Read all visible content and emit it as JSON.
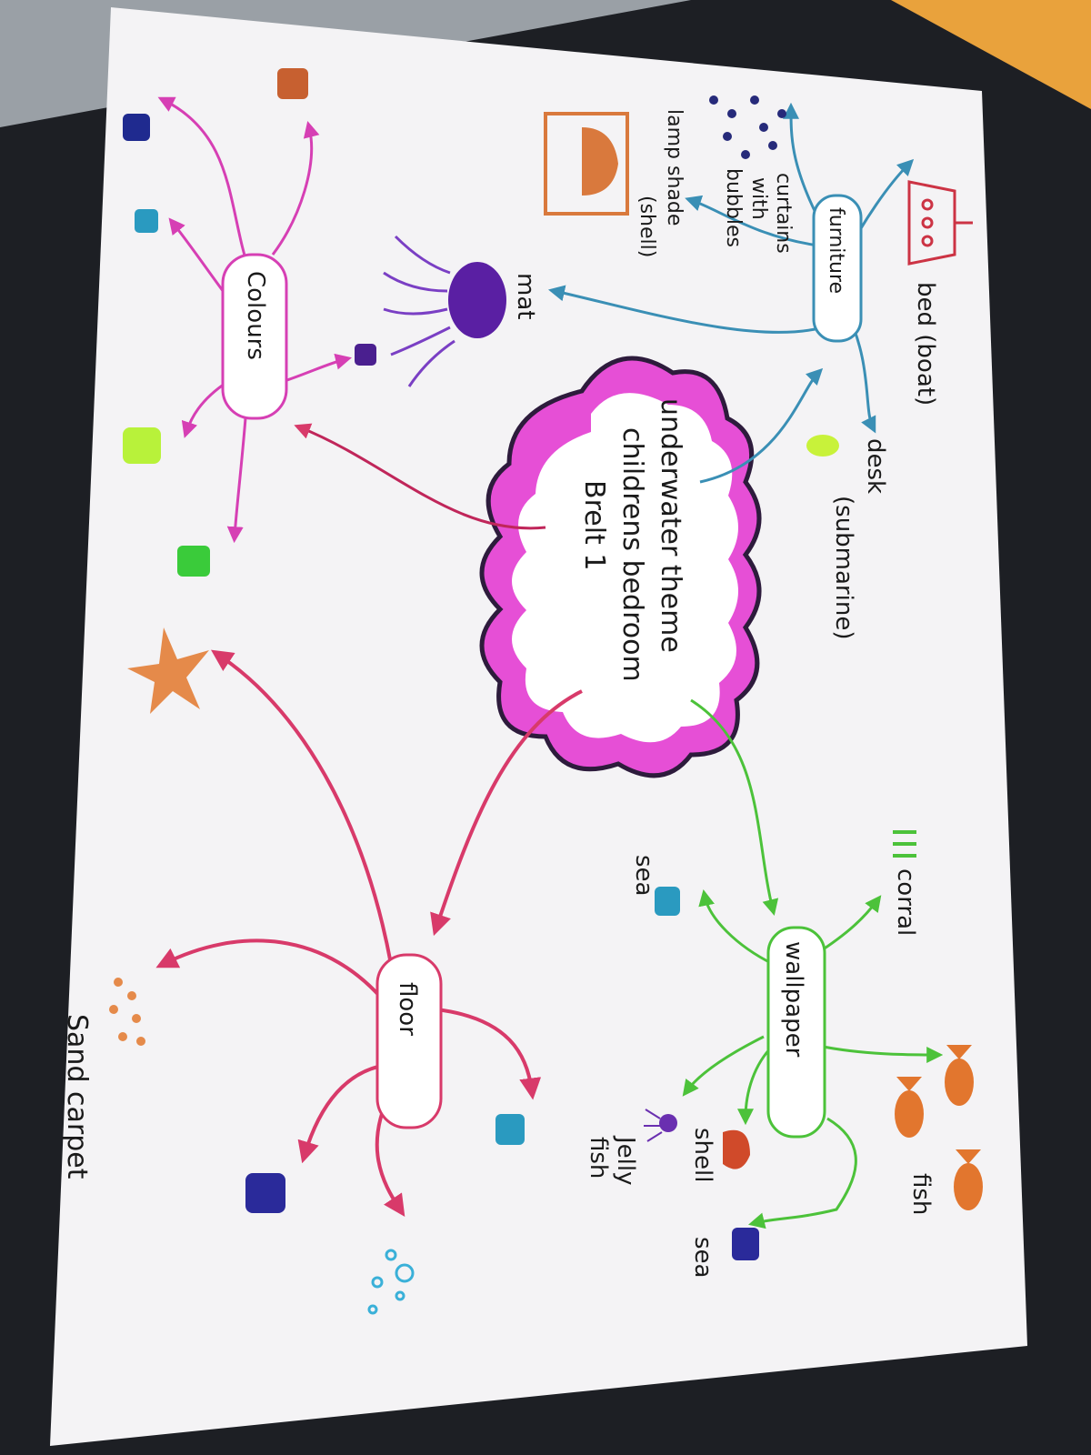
{
  "mind_map": {
    "center": {
      "line1": "underwater theme",
      "line2": "childrens bedroom",
      "line3": "Brelt 1"
    },
    "branches": {
      "furniture": {
        "label": "furniture",
        "items": {
          "bed": "bed (boat)",
          "desk_line1": "desk",
          "desk_line2": "(submarine)",
          "curtains_line1": "curtains",
          "curtains_line2": "with",
          "curtains_line3": "bubbles",
          "lamp_line1": "lamp shade",
          "lamp_line2": "(shell)",
          "mat": "mat"
        }
      },
      "colours": {
        "label": "Colours"
      },
      "wallpaper": {
        "label": "wallpaper",
        "items": {
          "corral": "corral",
          "sea": "sea",
          "fish": "fish",
          "shell": "shell",
          "sea2": "sea",
          "jelly_line1": "Jelly",
          "jelly_line2": "fish"
        }
      },
      "floor": {
        "label": "floor",
        "items": {
          "sand_carpet": "Sand carpet"
        }
      }
    }
  },
  "colors": {
    "furniture": "#3a8fb5",
    "colours": "#d63fb4",
    "wallpaper": "#4cc23a",
    "floor": "#d83a6a",
    "center": "#e64fd6"
  }
}
